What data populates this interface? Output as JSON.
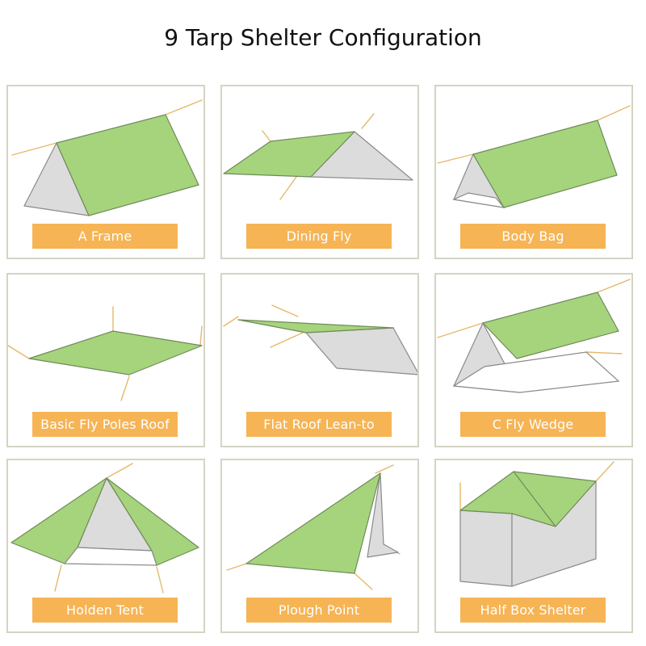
{
  "title": "9 Tarp Shelter Configuration",
  "colors": {
    "tarp_green": "#a6d47c",
    "tarp_grey": "#dcdcdc",
    "label_orange": "#f6b455",
    "rope": "#e6b86a"
  },
  "configurations": [
    {
      "label": "A Frame"
    },
    {
      "label": "Dining Fly"
    },
    {
      "label": "Body Bag"
    },
    {
      "label": "Basic Fly Poles Roof"
    },
    {
      "label": "Flat Roof Lean-to"
    },
    {
      "label": "C Fly Wedge"
    },
    {
      "label": "Holden Tent"
    },
    {
      "label": "Plough Point"
    },
    {
      "label": "Half Box  Shelter"
    }
  ]
}
